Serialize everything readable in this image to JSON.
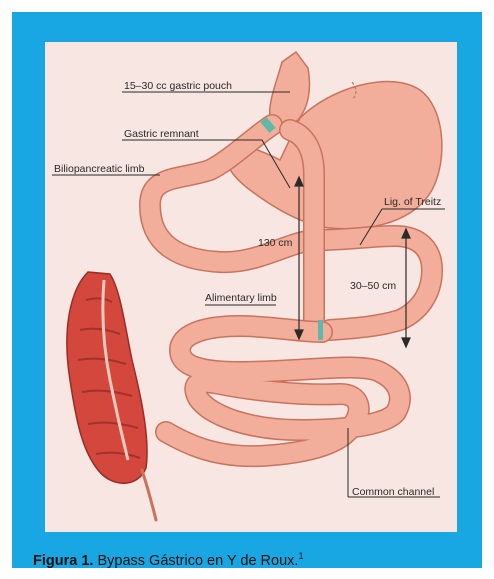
{
  "figure": {
    "labels": {
      "gastric_pouch": "15–30 cc gastric pouch",
      "gastric_remnant": "Gastric remnant",
      "biliopancreatic_limb": "Biliopancreatic limb",
      "ligament_treitz": "Lig. of Treitz",
      "length_130": "130 cm",
      "length_30_50": "30–50 cm",
      "alimentary_limb": "Alimentary limb",
      "common_channel": "Common channel"
    },
    "caption": {
      "prefix": "Figura 1.",
      "text": " Bypass Gástrico en Y de Roux.",
      "ref": "1"
    }
  },
  "colors": {
    "frame": "#19a7e3",
    "background": "#f7e6e2",
    "intestine": "#f2ae9a",
    "intestine_edge": "#c8735e",
    "colon": "#d4473d"
  }
}
